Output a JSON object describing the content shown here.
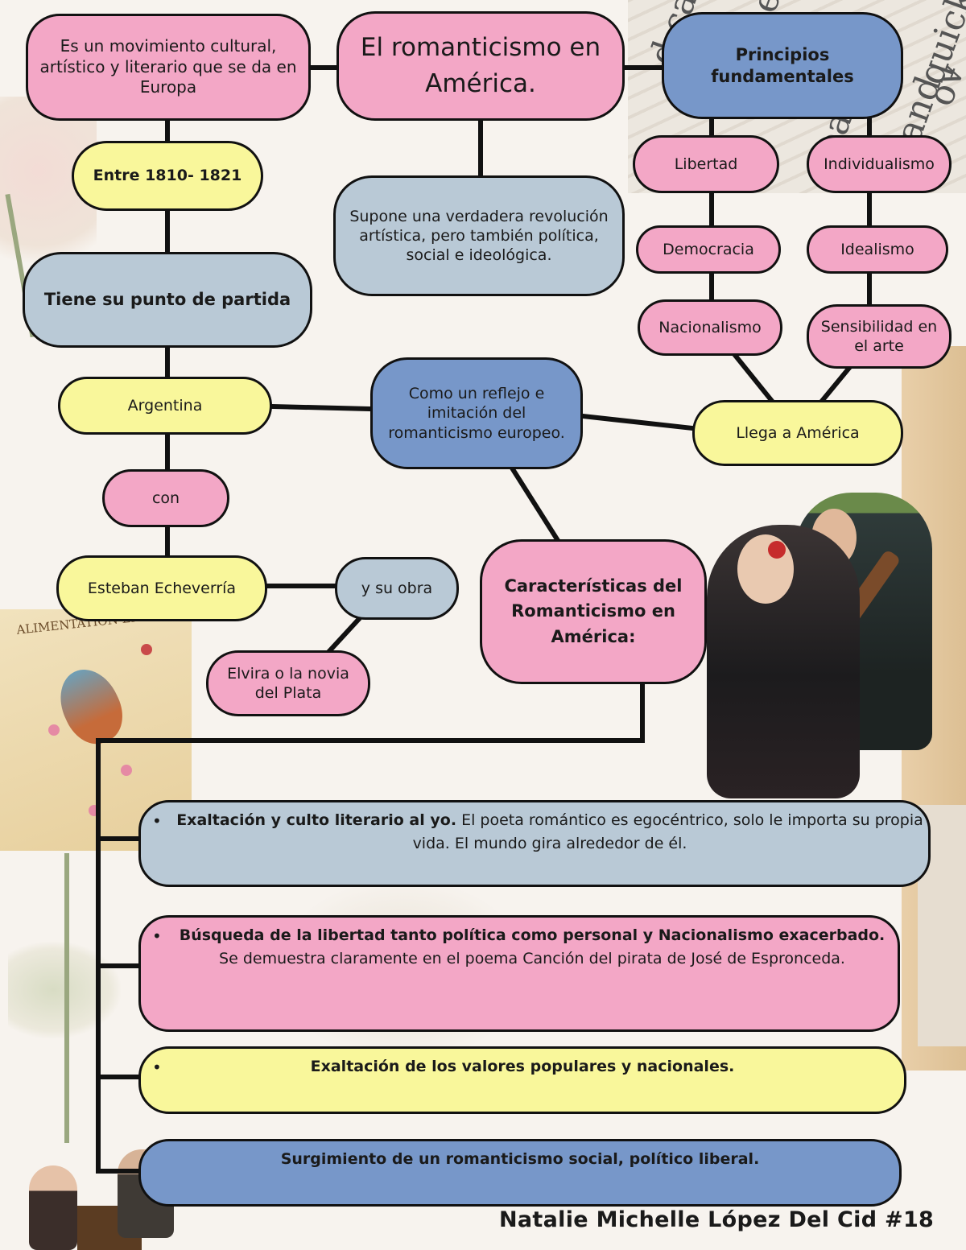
{
  "diagram": {
    "title": "El romanticismo en América.",
    "definition": "Es un movimiento cultural, artístico y literario que se da en Europa",
    "dates": "Entre 1810- 1821",
    "starting_point": "Tiene su punto de partida",
    "country": "Argentina",
    "connector_con": "con",
    "author_person": "Esteban Echeverría",
    "connector_obra": "y su obra",
    "work": "Elvira o la novia del Plata",
    "revolution": "Supone una verdadera revolución artística, pero también política, social e ideológica.",
    "reflection": "Como un reflejo e imitación del romanticismo europeo.",
    "arrival": "Llega a América",
    "principles": {
      "heading": "Principios fundamentales",
      "items": [
        "Libertad",
        "Democracia",
        "Nacionalismo",
        "Individualismo",
        "Idealismo",
        "Sensibilidad en el arte"
      ]
    },
    "characteristics": {
      "heading": "Características del Romanticismo en América:",
      "items": [
        {
          "bold": "Exaltación y culto literario al yo.",
          "text": " El poeta romántico es egocéntrico, solo le importa su propia vida. El mundo gira alrededor de él."
        },
        {
          "bold": "Búsqueda de la libertad tanto política como personal y Nacionalismo exacerbado.",
          "text": " Se demuestra claramente en el poema Canción del pirata de José de Espronceda."
        },
        {
          "bold": "Exaltación de los valores populares y nacionales.",
          "text": ""
        },
        {
          "bold": "Surgimiento de un romanticismo social, político liberal.",
          "text": ""
        }
      ]
    },
    "bullet": "•",
    "signature": "Natalie Michelle López Del Cid #18"
  },
  "background_text": {
    "newspaper": [
      "d ca",
      "she",
      "ea",
      "and",
      "quick",
      "ov"
    ],
    "vintage_card": "ALIMENTATION EN GROS"
  },
  "colors": {
    "pink": "#f3a7c6",
    "yellow": "#f9f79b",
    "grey": "#b9c9d6",
    "blue": "#7797c9",
    "outline": "#111111"
  }
}
